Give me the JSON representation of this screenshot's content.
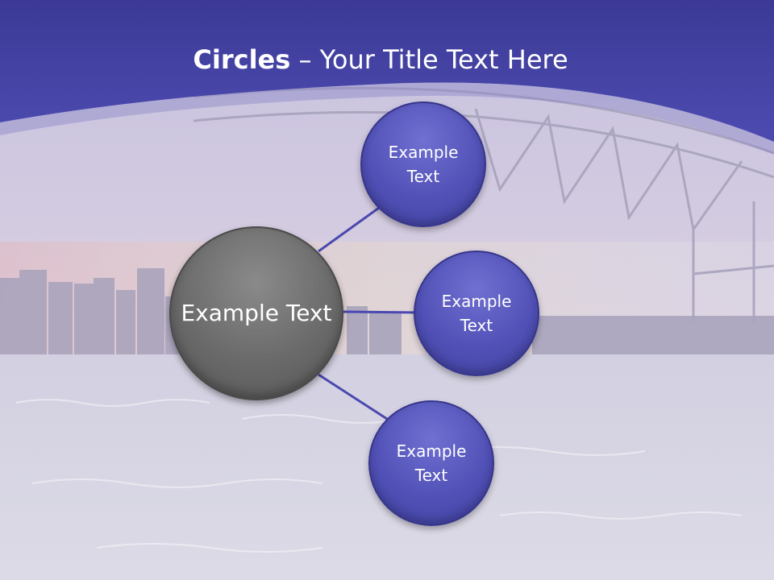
{
  "slide": {
    "title_bold": "Circles",
    "title_rest": " – Your Title Text Here"
  },
  "diagram": {
    "center": {
      "label": "Example Text"
    },
    "satellites": [
      {
        "label": "Example Text"
      },
      {
        "label": "Example Text"
      },
      {
        "label": "Example Text"
      }
    ]
  },
  "colors": {
    "header_band": "#4a48ac",
    "center_circle": "#6a6a6a",
    "satellite_circle": "#5151b7",
    "connector": "#4b49b0",
    "title_text": "#ffffff"
  }
}
